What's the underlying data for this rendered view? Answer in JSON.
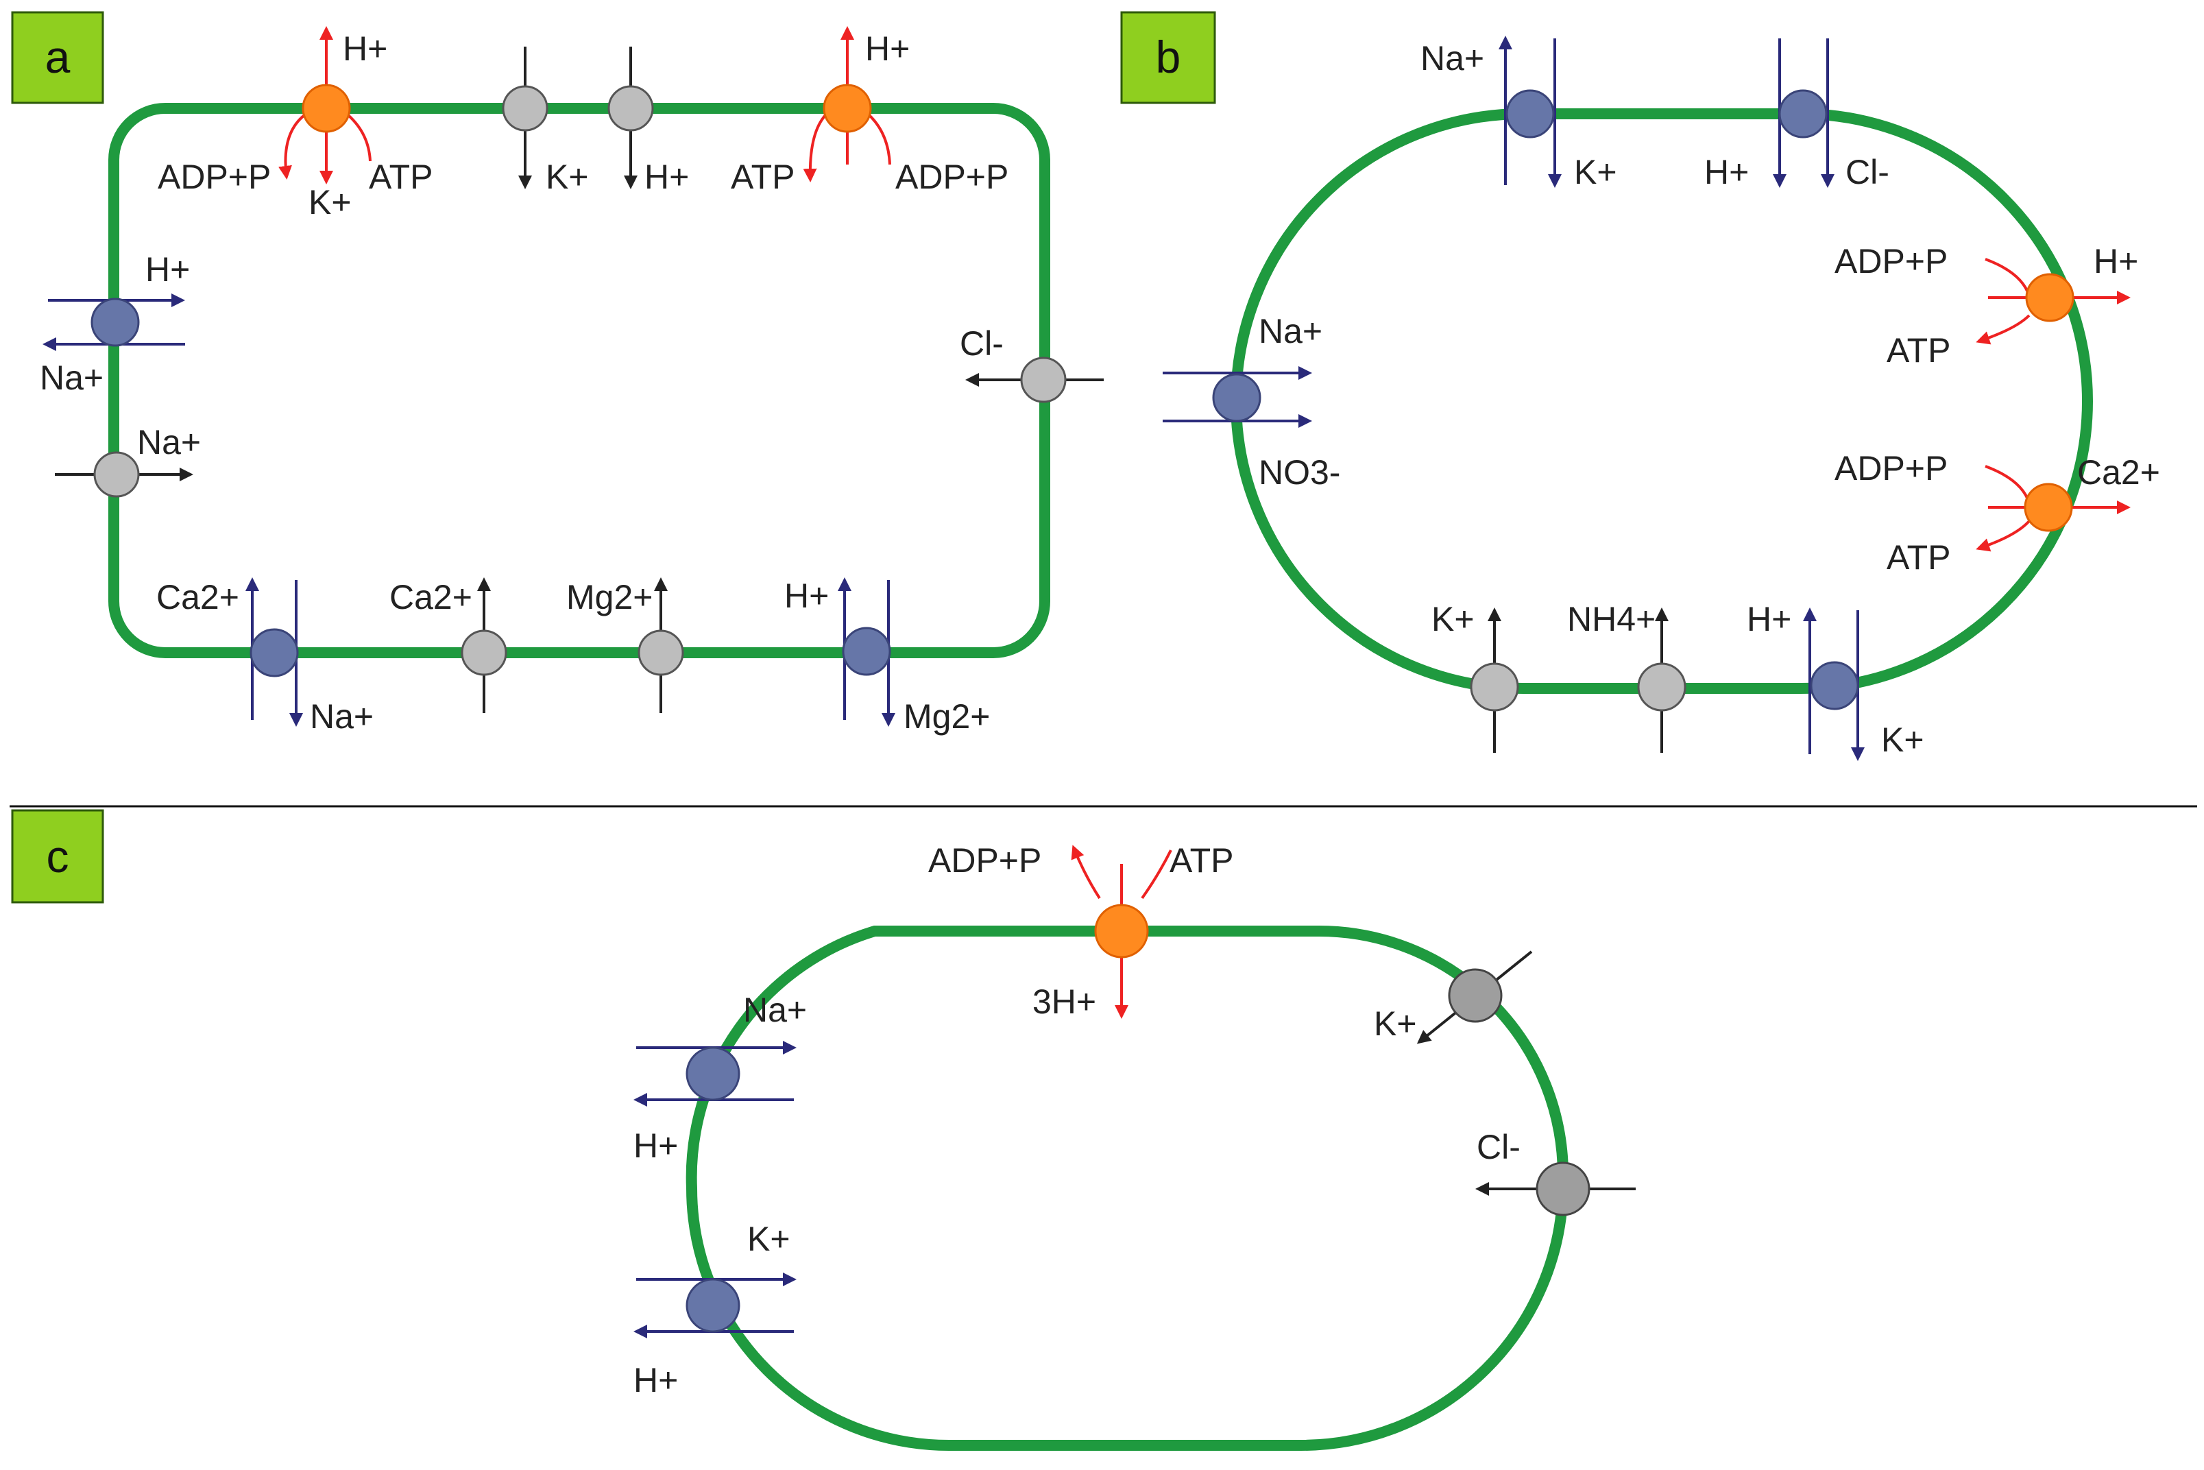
{
  "colors": {
    "membrane": "#1f9a3f",
    "pump": "#ff8a1f",
    "pump_arrow": "#ee2222",
    "carrier_blue": "#6676a8",
    "carrier_gray": "#bdbdbd",
    "arrow_blue": "#2a2a7a",
    "arrow_dark": "#222222",
    "tag_bg": "#8fcf1f"
  },
  "panels": {
    "a": {
      "tag": "a",
      "labels": {
        "top_pump1_h": "H+",
        "top_pump1_adp": "ADP+P",
        "top_pump1_k": "K+",
        "top_pump1_atp": "ATP",
        "top_c1_k": "K+",
        "top_c2_h": "H+",
        "top_pump2_h": "H+",
        "top_pump2_atp": "ATP",
        "top_pump2_adp": "ADP+P",
        "left_anti_h": "H+",
        "left_anti_na": "Na+",
        "left_uni_na": "Na+",
        "right_cl": "Cl-",
        "bot_anti1_ca": "Ca2+",
        "bot_anti1_na": "Na+",
        "bot_uni1_ca": "Ca2+",
        "bot_uni2_mg": "Mg2+",
        "bot_anti2_h": "H+",
        "bot_anti2_mg": "Mg2+"
      }
    },
    "b": {
      "tag": "b",
      "labels": {
        "top_anti1_na": "Na+",
        "top_anti1_k": "K+",
        "top_sym_h": "H+",
        "top_sym_cl": "Cl-",
        "right_pump1_adp": "ADP+P",
        "right_pump1_h": "H+",
        "right_pump1_atp": "ATP",
        "right_pump2_adp": "ADP+P",
        "right_pump2_ca": "Ca2+",
        "right_pump2_atp": "ATP",
        "left_sym_na": "Na+",
        "left_sym_no3": "NO3-",
        "bot_uni1_k": "K+",
        "bot_uni2_nh4": "NH4+",
        "bot_anti_h": "H+",
        "bot_anti_k": "K+"
      }
    },
    "c": {
      "tag": "c",
      "labels": {
        "pump_adp": "ADP+P",
        "pump_atp": "ATP",
        "pump_3h": "3H+",
        "chan_k": "K+",
        "cl": "Cl-",
        "anti1_na": "Na+",
        "anti1_h": "H+",
        "anti2_k": "K+",
        "anti2_h": "H+"
      }
    }
  }
}
